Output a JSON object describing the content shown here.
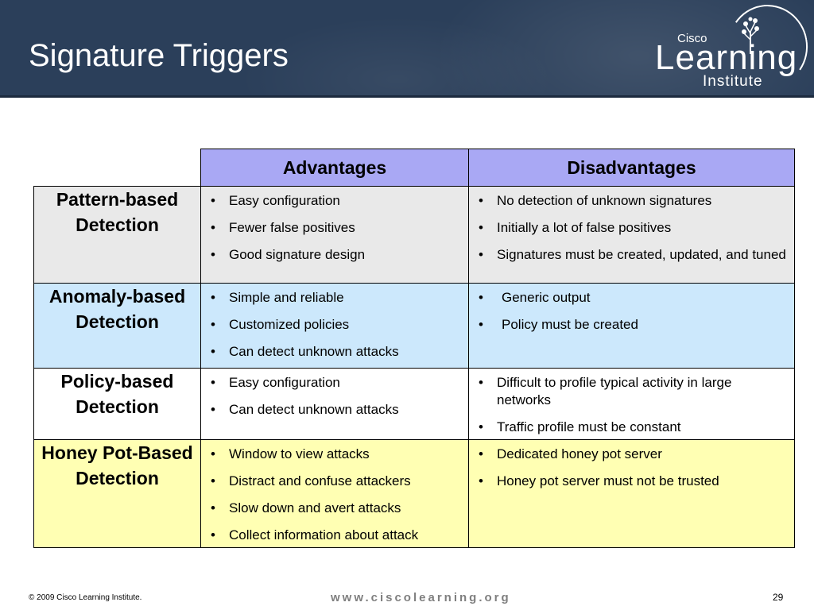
{
  "title": "Signature Triggers",
  "logo": {
    "cisco": "Cisco",
    "learning": "Learning",
    "institute": "Institute"
  },
  "table": {
    "columns": [
      "Advantages",
      "Disadvantages"
    ],
    "rows": [
      {
        "name": "Pattern-based Detection",
        "advantages": [
          "Easy configuration",
          "Fewer false positives",
          "Good signature design"
        ],
        "disadvantages": [
          "No detection of unknown signatures",
          "Initially a lot of false positives",
          "Signatures must be created, updated, and tuned"
        ]
      },
      {
        "name": "Anomaly-based Detection",
        "advantages": [
          "Simple and reliable",
          "Customized policies",
          "Can detect unknown attacks"
        ],
        "disadvantages": [
          "Generic output",
          "Policy must be created"
        ]
      },
      {
        "name": "Policy-based Detection",
        "advantages": [
          "Easy configuration",
          "Can detect unknown attacks"
        ],
        "disadvantages": [
          "Difficult to profile typical activity in large networks",
          "Traffic profile must be constant"
        ]
      },
      {
        "name": "Honey Pot-Based Detection",
        "advantages": [
          "Window to view attacks",
          "Distract and confuse attackers",
          "Slow down and avert attacks",
          "Collect information about attack"
        ],
        "disadvantages": [
          "Dedicated honey pot server",
          "Honey pot server must not be trusted"
        ]
      }
    ]
  },
  "footer": {
    "copyright": "© 2009 Cisco Learning Institute.",
    "url": "www.ciscolearning.org",
    "page": "29"
  },
  "colors": {
    "header_bg": "#2b3f5a",
    "column_header": "#a9a8f4",
    "row_pattern": "#e9e9e9",
    "row_anomaly": "#cce8fc",
    "row_policy": "#ffffff",
    "row_honeypot": "#ffffb3"
  }
}
